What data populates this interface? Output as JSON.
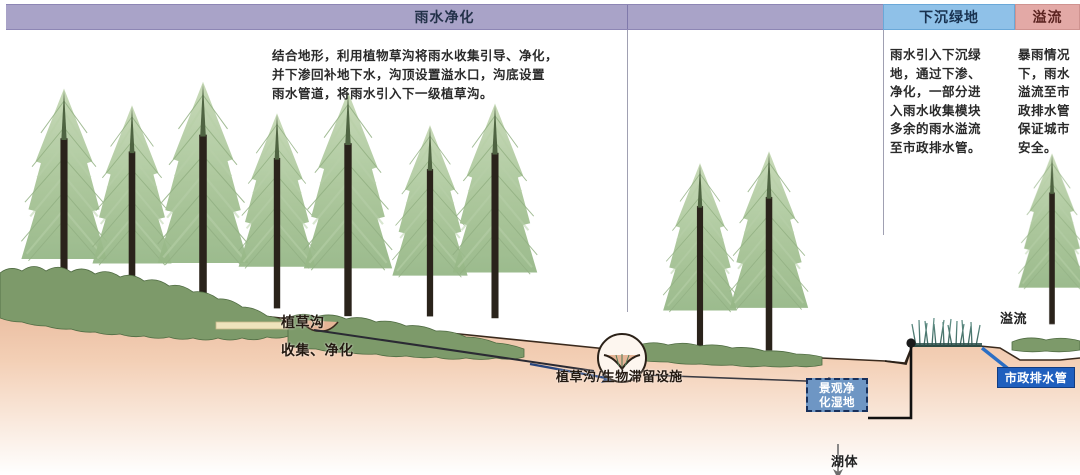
{
  "header": {
    "bands": [
      {
        "id": "purify",
        "label": "雨水净化",
        "color": "#a9a3c8"
      },
      {
        "id": "sunken",
        "label": "下沉绿地",
        "color": "#8fc1e8"
      },
      {
        "id": "overflow",
        "label": "溢流",
        "color": "#e3a9a6"
      }
    ]
  },
  "descriptions": {
    "purify": "结合地形，利用植物草沟将雨水收集引导、净化，\n并下渗回补地下水，沟顶设置溢水口，沟底设置\n雨水管道，将雨水引入下一级植草沟。",
    "sunken": "雨水引入下沉绿\n地，通过下渗、\n净化，一部分进\n入雨水收集模块\n多余的雨水溢流\n至市政排水管。",
    "overflow": "暴雨情况\n下，雨水\n溢流至市\n政排水管\n保证城市\n安全。"
  },
  "diagram": {
    "labels": {
      "swale": "植草沟",
      "collect": "收集、净化",
      "bioretention": "植草沟/生物滞留设施",
      "spill": "溢流",
      "lake": "湖体"
    },
    "boxes": {
      "wetland": "景观净\n化湿地",
      "municipal_pipe": "市政排水管"
    },
    "colors": {
      "soil_top": "#e8b798",
      "soil_bottom": "#fbe9dc",
      "shrub": "#7d9a6a",
      "tree_foliage": "#a9c49a",
      "tree_trunk": "#241c14",
      "flow_arrow": "#27457e",
      "pipe_line": "#111111",
      "reeds": "#3c6b63",
      "wetland_box": "#6e96c4",
      "pipe_box": "#1f5fbe"
    }
  }
}
